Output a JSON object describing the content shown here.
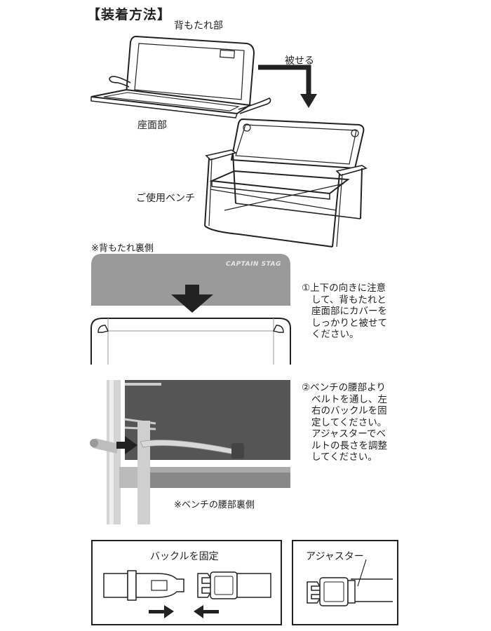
{
  "heading": "【装着方法】",
  "labels": {
    "backrest": "背もたれ部",
    "cover": "被せる",
    "seat": "座面部",
    "bench": "ご使用ベンチ",
    "back_note": "※背もたれ裏側",
    "brand": "CAPTAIN STAG",
    "waist_note": "※ベンチの腰部裏側"
  },
  "steps": {
    "step1": [
      "①上下の向きに注意",
      "して、背もたれと",
      "座面部にカバーを",
      "しっかりと被せて",
      "ください。"
    ],
    "step2": [
      "②ベンチの腰部より",
      "ベルトを通し、左",
      "右のバックルを固",
      "定してください。",
      "アジャスターでベ",
      "ルトの長さを調整",
      "してください。"
    ]
  },
  "boxes": {
    "buckle_title": "バックルを固定",
    "adjuster_title": "アジャスター"
  },
  "colors": {
    "line": "#222222",
    "gray_dark": "#555555",
    "gray_mid": "#9a9a9a",
    "gray_light": "#d8d8d8",
    "panel": "#f2f2f2"
  }
}
